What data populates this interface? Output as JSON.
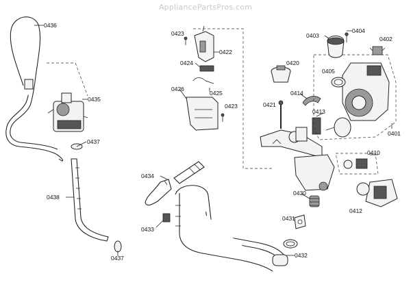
{
  "watermark": "AppliancePartsPros.com",
  "labels": {
    "p0436": "0436",
    "p0435": "0435",
    "p0437a": "0437",
    "p0438": "0438",
    "p0437b": "0437",
    "p0423a": "0423",
    "p0422": "0422",
    "p0424": "0424",
    "p0425": "0425",
    "p0426": "0426",
    "p0423b": "0423",
    "p0420": "0420",
    "p0421": "0421",
    "p0414": "0414",
    "p0413": "0413",
    "p0403": "0403",
    "p0404": "0404",
    "p0402": "0402",
    "p0405": "0405",
    "p0401": "0401",
    "p0410": "0410",
    "p0412": "0412",
    "p0430": "0430",
    "p0431": "0431",
    "p0432": "0432",
    "p0434": "0434",
    "p0433": "0433"
  }
}
